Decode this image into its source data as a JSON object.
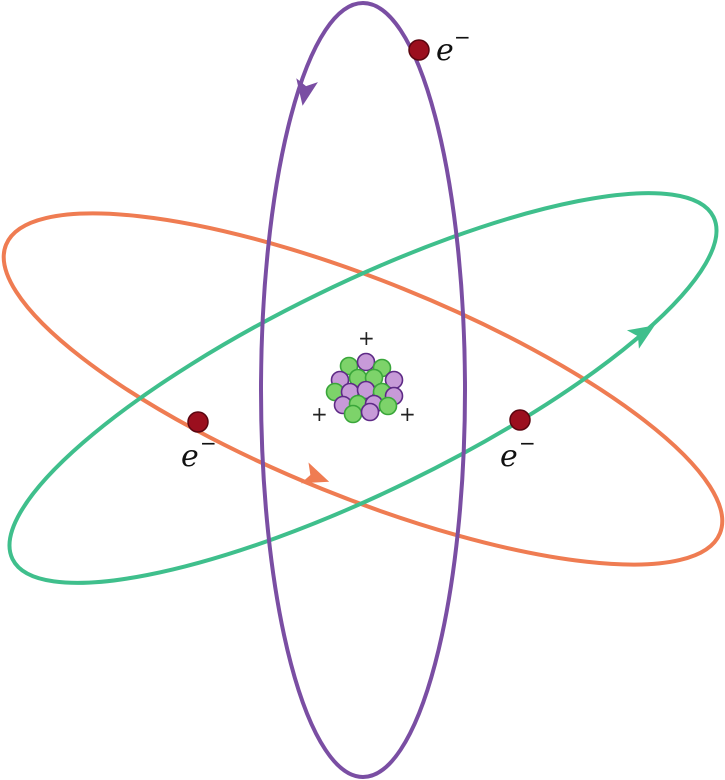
{
  "colors": {
    "orbit_vertical": "#7a4ea3",
    "orbit_tilted_down": "#ef7c52",
    "orbit_tilted_up": "#3fbf8c",
    "electron": "#9b0f1e",
    "proton": "#c79ad8",
    "neutron": "#7dd36a"
  },
  "electrons": [
    {
      "label": "e",
      "charge": "−"
    },
    {
      "label": "e",
      "charge": "−"
    },
    {
      "label": "e",
      "charge": "−"
    }
  ],
  "nucleus": {
    "charge_marks": [
      "+",
      "+",
      "+"
    ]
  }
}
